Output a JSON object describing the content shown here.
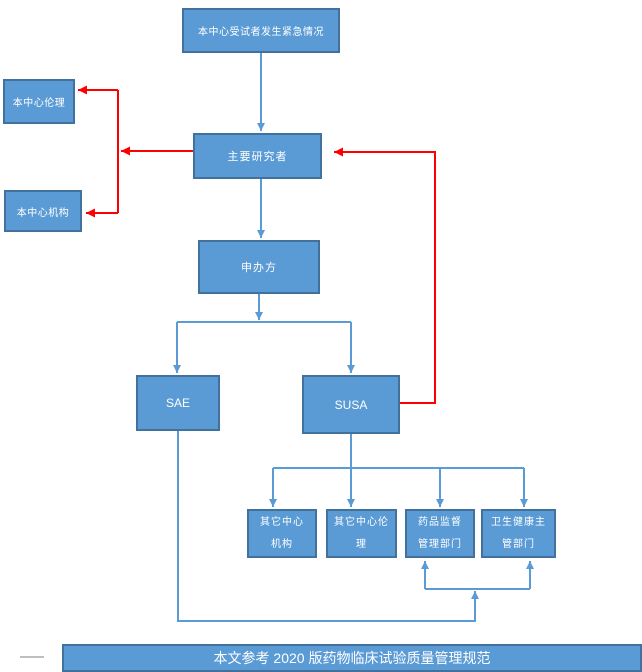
{
  "colors": {
    "box_fill": "#5b9bd5",
    "box_border": "#41719c",
    "connector_blue": "#5b9bd5",
    "connector_red": "#ff0000",
    "box_text": "#ffffff"
  },
  "nodes": {
    "emergency": {
      "label": "本中心受试者发生紧急情况"
    },
    "ethics": {
      "label": "本中心伦理"
    },
    "institution": {
      "label": "本中心机构"
    },
    "pi": {
      "label": "主要研究者"
    },
    "sponsor": {
      "label": "申办方"
    },
    "sae": {
      "label": "SAE"
    },
    "susa": {
      "label": "SUSA"
    },
    "other_institution": {
      "label": "其它中心\n机构"
    },
    "other_ethics": {
      "label": "其它中心伦\n理"
    },
    "drug_admin": {
      "label": "药品监督\n管理部门"
    },
    "health_admin": {
      "label": "卫生健康主\n管部门"
    }
  },
  "footer": {
    "label": "本文参考 2020 版药物临床试验质量管理规范"
  }
}
